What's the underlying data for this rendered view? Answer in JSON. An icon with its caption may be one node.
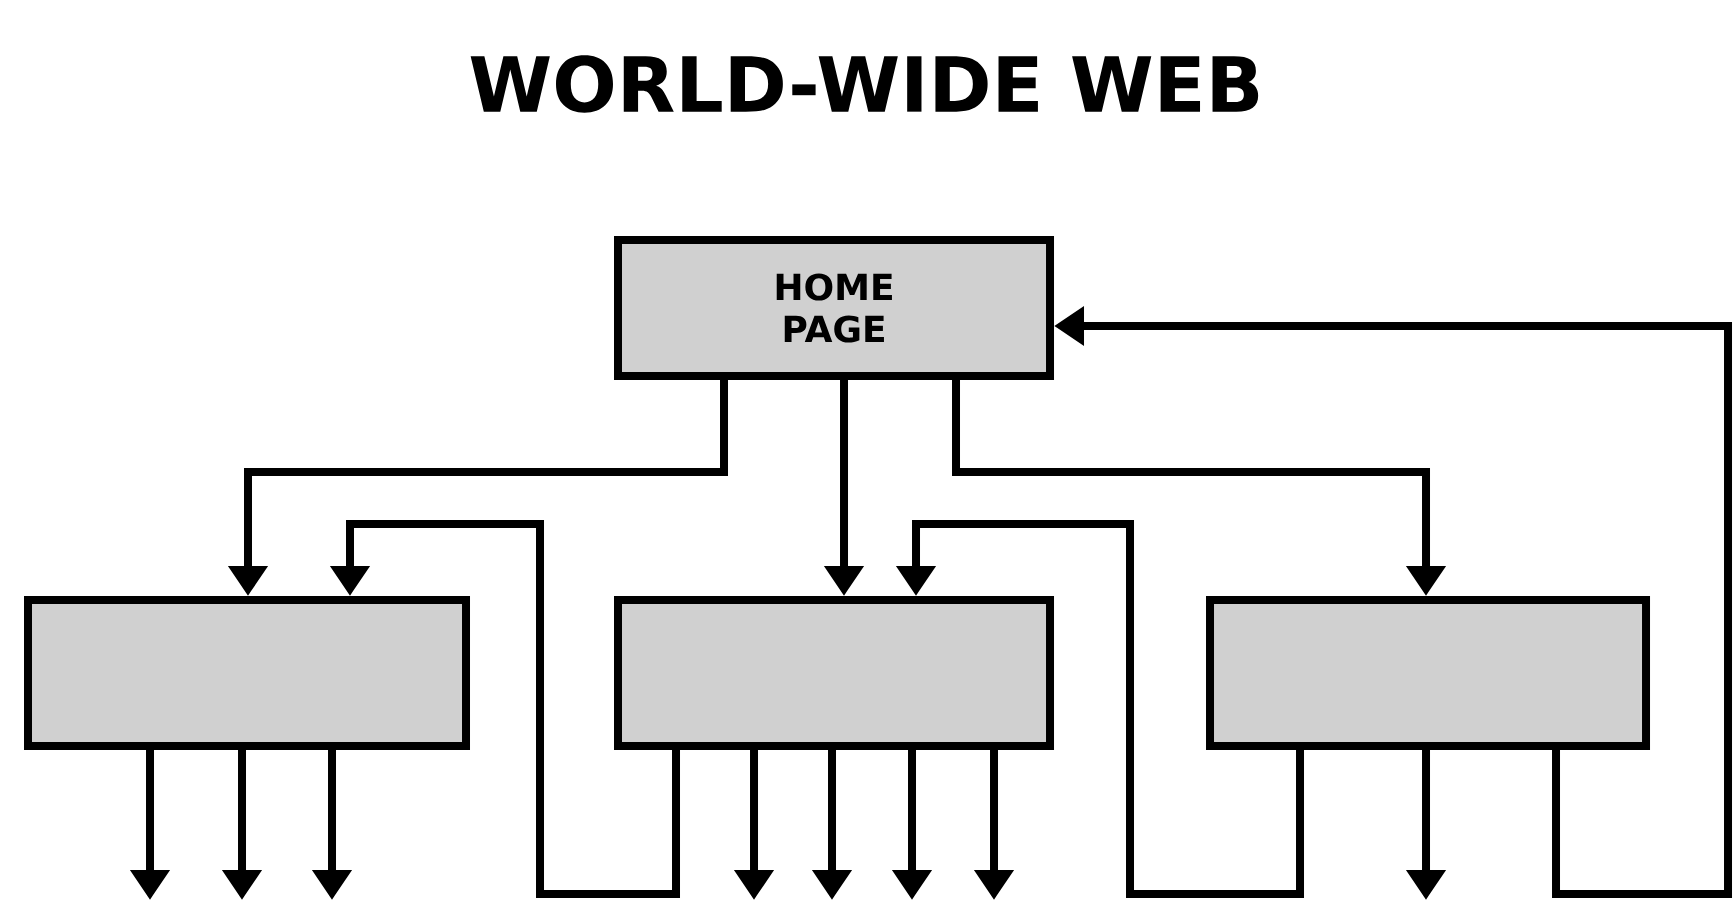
{
  "diagram": {
    "title": "WORLD-WIDE WEB",
    "nodes": [
      {
        "text": [
          "HOME PAGE"
        ]
      },
      {
        "text": [],
        "shape": "box"
      },
      {
        "text": [],
        "shape": "box"
      },
      {
        "text": [],
        "shape": "box"
      }
    ],
    "edges": [
      {
        "from": 0,
        "to": 1,
        "arrow": "to"
      },
      {
        "from": 0,
        "to": 2,
        "arrow": "to"
      },
      {
        "from": 0,
        "to": 3,
        "arrow": "to"
      },
      {
        "from": 2,
        "to": 1,
        "arrow": "to"
      },
      {
        "from": 3,
        "to": 2,
        "arrow": "to"
      },
      {
        "from": 3,
        "to": 0,
        "arrow": "to"
      },
      {
        "from": 1,
        "to": null,
        "arrow": "to"
      },
      {
        "from": 1,
        "to": null,
        "arrow": "to"
      },
      {
        "from": 1,
        "to": null,
        "arrow": "to"
      },
      {
        "from": 2,
        "to": null,
        "arrow": "to"
      },
      {
        "from": 2,
        "to": null,
        "arrow": "to"
      },
      {
        "from": 2,
        "to": null,
        "arrow": "to"
      },
      {
        "from": 2,
        "to": null,
        "arrow": "to"
      },
      {
        "from": 3,
        "to": null,
        "arrow": "to"
      }
    ]
  }
}
